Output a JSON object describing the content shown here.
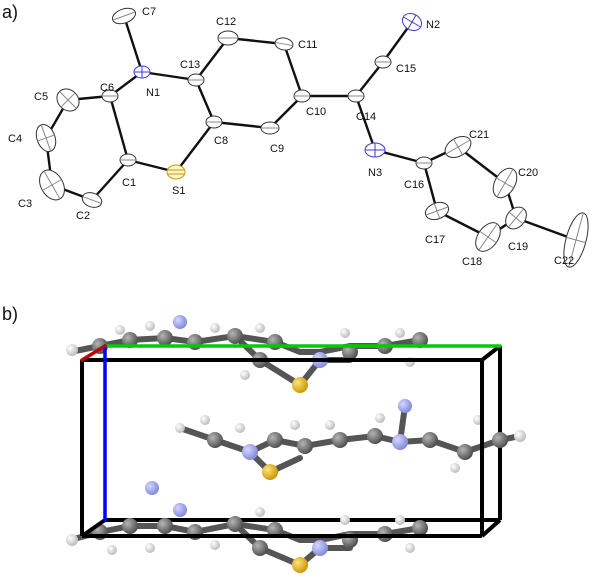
{
  "panels": {
    "a": {
      "label": "a)"
    },
    "b": {
      "label": "b)"
    }
  },
  "colors": {
    "bond": "#111111",
    "ellipsoid_fill": "#ffffff",
    "ellipsoid_stroke": "#333333",
    "nitrogen": "#3a3ad6",
    "sulfur": "#e8b200",
    "cell_edge": "#000000",
    "axis_a": "#c00000",
    "axis_b": "#00cc00",
    "axis_c": "#0000ff",
    "carbon_ball": "#6e6e6e",
    "hydrogen_ball": "#e6e6e6",
    "nitrogen_ball": "#9aa0e8",
    "sulfur_ball": "#e8b000"
  },
  "atoms": [
    {
      "id": "C7",
      "label": "C7"
    },
    {
      "id": "C12",
      "label": "C12"
    },
    {
      "id": "C11",
      "label": "C11"
    },
    {
      "id": "N2",
      "label": "N2"
    },
    {
      "id": "N1",
      "label": "N1"
    },
    {
      "id": "C13",
      "label": "C13"
    },
    {
      "id": "C15",
      "label": "C15"
    },
    {
      "id": "C5",
      "label": "C5"
    },
    {
      "id": "C6",
      "label": "C6"
    },
    {
      "id": "C10",
      "label": "C10"
    },
    {
      "id": "C14",
      "label": "C14"
    },
    {
      "id": "C4",
      "label": "C4"
    },
    {
      "id": "C8",
      "label": "C8"
    },
    {
      "id": "C9",
      "label": "C9"
    },
    {
      "id": "C21",
      "label": "C21"
    },
    {
      "id": "N3",
      "label": "N3"
    },
    {
      "id": "C16",
      "label": "C16"
    },
    {
      "id": "C1",
      "label": "C1"
    },
    {
      "id": "S1",
      "label": "S1"
    },
    {
      "id": "C20",
      "label": "C20"
    },
    {
      "id": "C3",
      "label": "C3"
    },
    {
      "id": "C2",
      "label": "C2"
    },
    {
      "id": "C17",
      "label": "C17"
    },
    {
      "id": "C19",
      "label": "C19"
    },
    {
      "id": "C18",
      "label": "C18"
    },
    {
      "id": "C22",
      "label": "C22"
    }
  ]
}
